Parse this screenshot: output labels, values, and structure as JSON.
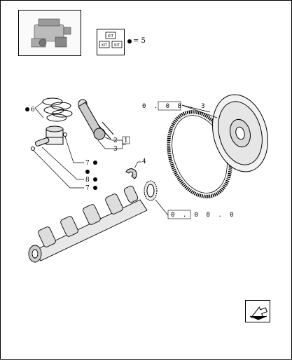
{
  "kit_legend": {
    "icon": "kit-icon",
    "symbol": "●",
    "equals": "= 5"
  },
  "parts": [
    {
      "id": "p1",
      "label": "1"
    },
    {
      "id": "p2",
      "label": "2"
    },
    {
      "id": "p3",
      "label": "3"
    },
    {
      "id": "p4",
      "label": "4"
    },
    {
      "id": "p6",
      "label": "6"
    },
    {
      "id": "p7a",
      "label": "7"
    },
    {
      "id": "p8",
      "label": "8"
    },
    {
      "id": "p7b",
      "label": "7"
    }
  ],
  "references": {
    "flywheel": "0 . 0 8 . 3",
    "crankshaft_gear": "0 . 0 8 . 0"
  },
  "kit_text": "KIT",
  "icons": [
    "engine-thumbnail-icon",
    "kit-icon",
    "next-page-arrow-icon"
  ]
}
